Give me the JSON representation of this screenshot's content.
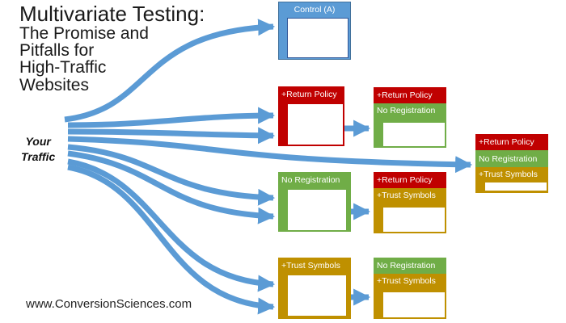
{
  "title": {
    "main": "Multivariate Testing:",
    "lines": [
      "The Promise and",
      "Pitfalls for",
      "High-Traffic",
      "Websites"
    ]
  },
  "traffic": {
    "line1": "Your",
    "line2": "Traffic"
  },
  "footer": {
    "url": "www.ConversionSciences.com"
  },
  "colors": {
    "flow": "#5b9bd5",
    "control": "#5b9bd5",
    "return_policy": "#c00000",
    "no_registration": "#70ad47",
    "trust_symbols": "#bf9000"
  },
  "variants": {
    "control": {
      "label": "Control (A)"
    },
    "return_policy": {
      "label": "+Return Policy"
    },
    "return_noreg": {
      "band1": "+Return Policy",
      "band2": "No Registration"
    },
    "all_three": {
      "band1": "+Return Policy",
      "band2": "No Registration",
      "band3": "+Trust Symbols"
    },
    "noreg": {
      "label": "No Registration"
    },
    "return_trust": {
      "band1": "+Return Policy",
      "band2": "+Trust Symbols"
    },
    "trust": {
      "label": "+Trust Symbols"
    },
    "noreg_trust": {
      "band1": "No Registration",
      "band2": "+Trust Symbols"
    }
  }
}
